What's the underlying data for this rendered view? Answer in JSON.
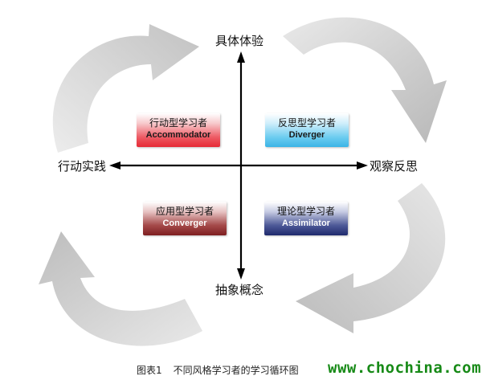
{
  "axes": {
    "top": "具体体验",
    "bottom": "抽象概念",
    "left": "行动实践",
    "right": "观察反思"
  },
  "quadrants": {
    "top_left": {
      "cn": "行动型学习者",
      "en": "Accommodator",
      "color": "#e62a35"
    },
    "top_right": {
      "cn": "反思型学习者",
      "en": "Diverger",
      "color": "#3bb4e6"
    },
    "bottom_left": {
      "cn": "应用型学习者",
      "en": "Converger",
      "color": "#7e1f21"
    },
    "bottom_right": {
      "cn": "理论型学习者",
      "en": "Assimilator",
      "color": "#1f2a6d"
    }
  },
  "caption": {
    "label": "图表1",
    "text": "不同风格学习者的学习循环图"
  },
  "watermark": "www.chochina.com"
}
